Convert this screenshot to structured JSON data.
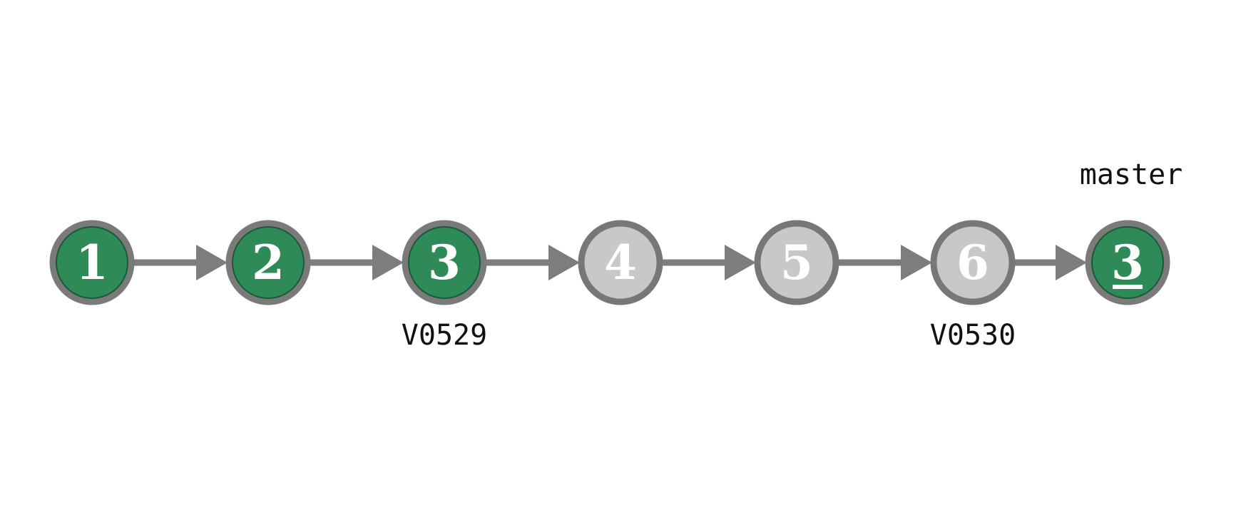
{
  "commits": [
    {
      "label": "1",
      "state": "active",
      "underline": false
    },
    {
      "label": "2",
      "state": "active",
      "underline": false
    },
    {
      "label": "3",
      "state": "active",
      "underline": false
    },
    {
      "label": "4",
      "state": "inactive",
      "underline": false
    },
    {
      "label": "5",
      "state": "inactive",
      "underline": false
    },
    {
      "label": "6",
      "state": "inactive",
      "underline": false
    },
    {
      "label": "3",
      "state": "active",
      "underline": true
    }
  ],
  "refs": [
    {
      "text": "V0529",
      "commit_index": 2,
      "position": "below"
    },
    {
      "text": "V0530",
      "commit_index": 5,
      "position": "below"
    },
    {
      "text": "master",
      "commit_index": 6,
      "position": "above"
    }
  ],
  "colors": {
    "active_fill": "#2e8b57",
    "active_stroke": "#7a7a7a",
    "inactive_fill": "#c8c8c8",
    "inactive_stroke": "#777777",
    "arrow": "#7d7d7d",
    "label_text": "#ffffff"
  }
}
